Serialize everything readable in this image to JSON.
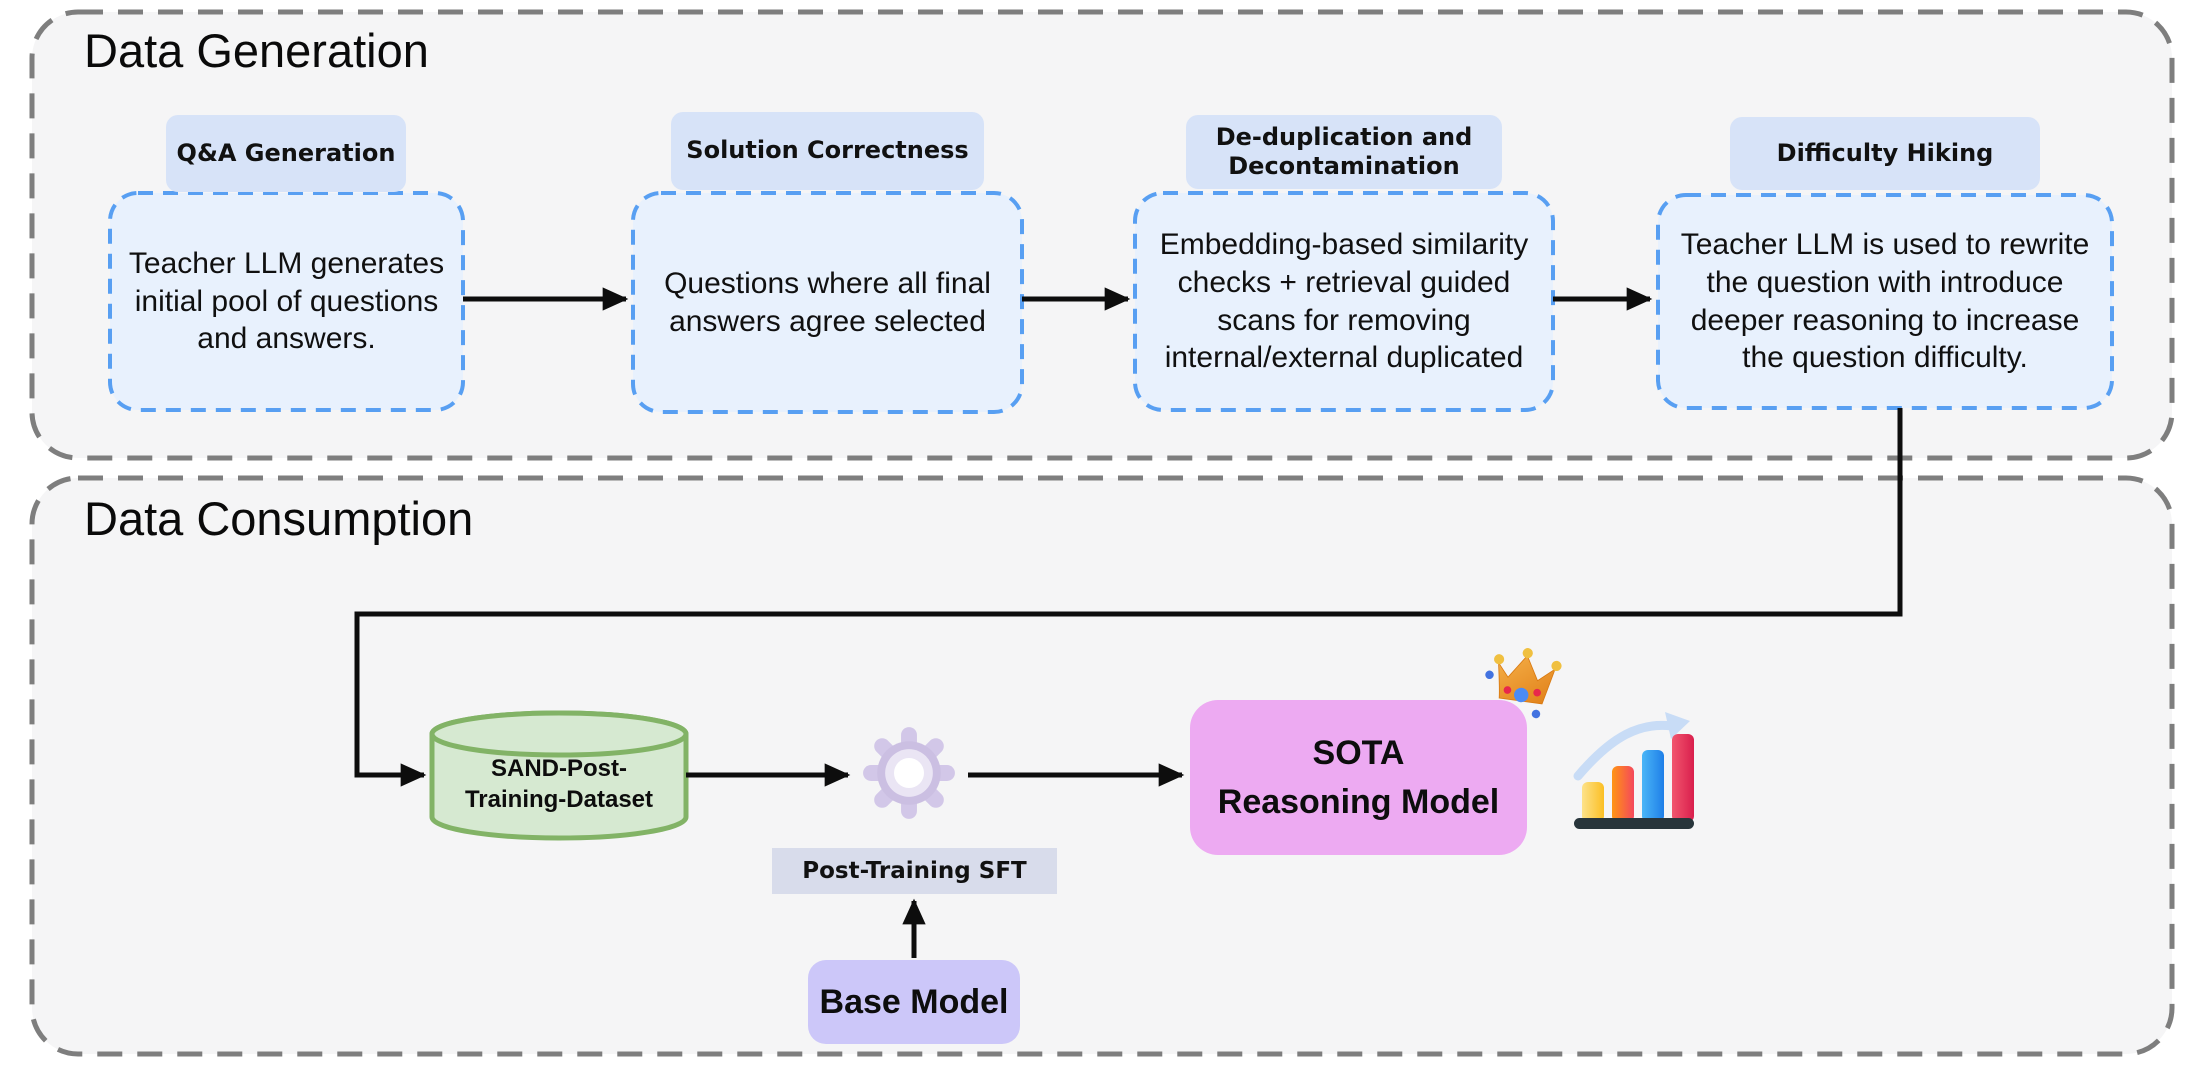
{
  "sections": {
    "generation": {
      "title": "Data Generation",
      "steps": [
        {
          "badge": "Q&A Generation",
          "text": "Teacher LLM generates\ninitial pool of questions\nand answers."
        },
        {
          "badge": "Solution Correctness",
          "text": "Questions where all final\nanswers agree selected"
        },
        {
          "badge": "De-duplication and\nDecontamination",
          "text": "Embedding-based similarity\nchecks + retrieval guided\nscans for removing\ninternal/external duplicated"
        },
        {
          "badge": "Difficulty Hiking",
          "text": "Teacher LLM is used to rewrite\nthe question with introduce\ndeeper reasoning to increase\nthe question difficulty."
        }
      ]
    },
    "consumption": {
      "title": "Data Consumption",
      "dataset_label": "SAND-Post-\nTraining-Dataset",
      "sft_label": "Post-Training SFT",
      "base_model_label": "Base Model",
      "sota_label": "SOTA\nReasoning Model"
    }
  },
  "icons": {
    "database": "database-icon",
    "gear": "gear-icon",
    "crown": "crown-icon",
    "chart": "growth-chart-icon"
  },
  "colors": {
    "panel_bg": "#f5f5f6",
    "panel_border": "#7e7e7e",
    "step_box_bg": "#e8f1fd",
    "step_box_border": "#589ff2",
    "badge_bg": "#d7e3f8",
    "dataset_fill": "#d6e9d1",
    "dataset_stroke": "#82b366",
    "sft_label_bg": "#d8dceb",
    "base_model_bg": "#ccc7f9",
    "sota_bg": "#edaaf2",
    "arrow": "#0d0d0d"
  }
}
